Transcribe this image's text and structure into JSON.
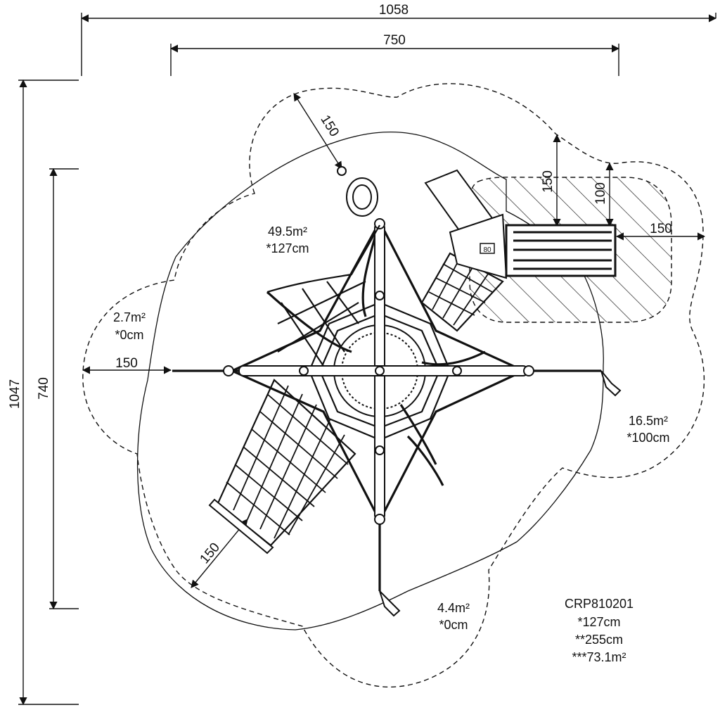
{
  "drawing": {
    "product_code": "CRP810201",
    "specs": [
      "*127cm",
      "**255cm",
      "***73.1m²"
    ],
    "dimensions": {
      "width_total": "1058",
      "width_inner": "750",
      "height_total": "1047",
      "height_inner": "740",
      "clearance_top": "150",
      "clearance_left": "150",
      "clearance_bottom_left": "150",
      "clearance_right": "150",
      "slide_clear_a": "150",
      "slide_clear_b": "100"
    },
    "areas": [
      {
        "area": "49.5m²",
        "height": "*127cm"
      },
      {
        "area": "2.7m²",
        "height": "*0cm"
      },
      {
        "area": "16.5m²",
        "height": "*100cm"
      },
      {
        "area": "4.4m²",
        "height": "*0cm"
      }
    ],
    "platform_label": "80"
  }
}
